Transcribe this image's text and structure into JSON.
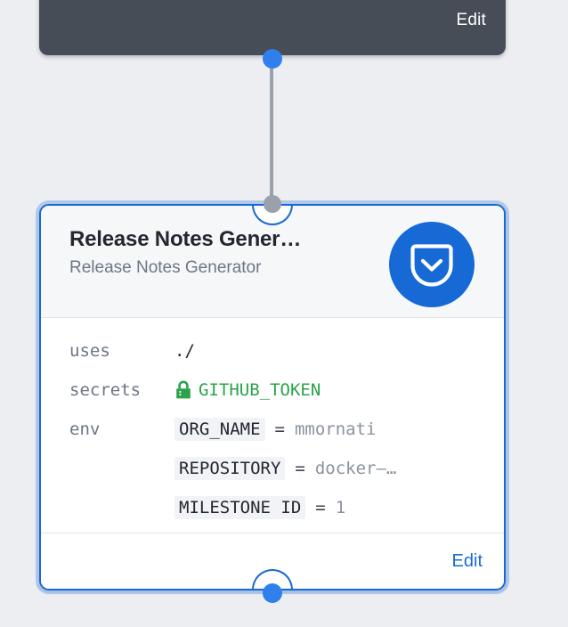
{
  "canvas": {
    "background_color": "#eceef2",
    "accent_color": "#1769d6"
  },
  "previous_node": {
    "edit_label": "Edit",
    "background_color": "#474d57",
    "output_port_color": "#2f80ed"
  },
  "connector": {
    "line_color": "#9aa1aa",
    "input_port_color": "#9aa1aa"
  },
  "card": {
    "title": "Release Notes Gener…",
    "subtitle": "Release Notes Generator",
    "badge_icon": "shield-chevron-down-icon",
    "badge_color": "#1769d6",
    "border_color": "#1769d6",
    "body": {
      "rows": [
        {
          "key": "uses",
          "value": "./"
        }
      ],
      "secrets": {
        "key": "secrets",
        "icon": "lock-icon",
        "value": "GITHUB_TOKEN",
        "color": "#2aa34a"
      },
      "env": {
        "key": "env",
        "items": [
          {
            "name": "ORG_NAME",
            "eq": "=",
            "value": "mmornati"
          },
          {
            "name": "REPOSITORY",
            "eq": "=",
            "value": "docker–…"
          },
          {
            "name": "MILESTONE ID",
            "eq": "=",
            "value": "1"
          }
        ]
      }
    },
    "footer": {
      "edit_label": "Edit"
    },
    "output_port_color": "#2f80ed"
  }
}
